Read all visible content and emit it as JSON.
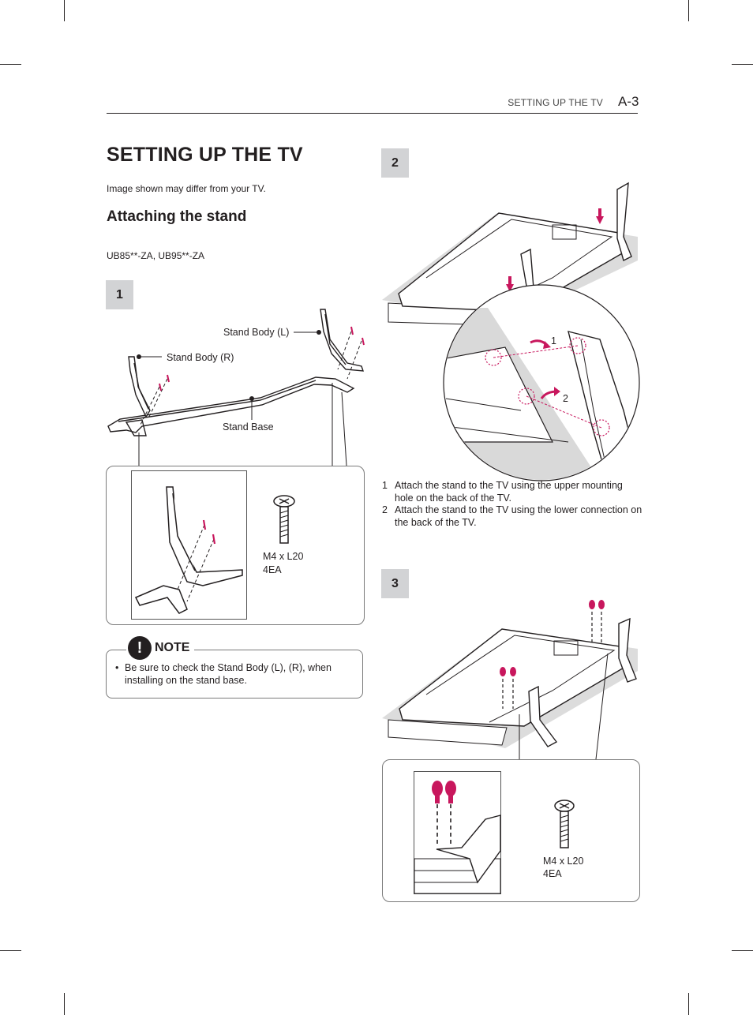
{
  "header": {
    "section": "SETTING UP THE TV",
    "page": "A-3"
  },
  "title": "SETTING UP THE TV",
  "disclaimer": "Image shown may differ from your TV.",
  "subtitle": "Attaching the stand",
  "models": "UB85**-ZA, UB95**-ZA",
  "steps": {
    "s1": "1",
    "s2": "2",
    "s3": "3"
  },
  "labels": {
    "stand_body_l": "Stand Body (L)",
    "stand_body_r": "Stand Body (R)",
    "stand_base": "Stand Base"
  },
  "screw1": {
    "size": "M4 x L20",
    "qty": "4EA"
  },
  "screw3": {
    "size": "M4 x L20",
    "qty": "4EA"
  },
  "callouts": {
    "c1": "1",
    "c2": "2"
  },
  "note": {
    "label": "NOTE",
    "icon": "!",
    "bullet": "•",
    "text": "Be sure to check the Stand Body (L), (R), when installing on the stand base."
  },
  "instructions": [
    {
      "num": "1",
      "text": "Attach the stand to the TV using the upper mounting hole on the back of the TV."
    },
    {
      "num": "2",
      "text": "Attach the stand to the TV using the lower connection on the back of the TV."
    }
  ],
  "colors": {
    "accent": "#c8175d",
    "badge": "#d2d3d5",
    "ink": "#231f20"
  }
}
